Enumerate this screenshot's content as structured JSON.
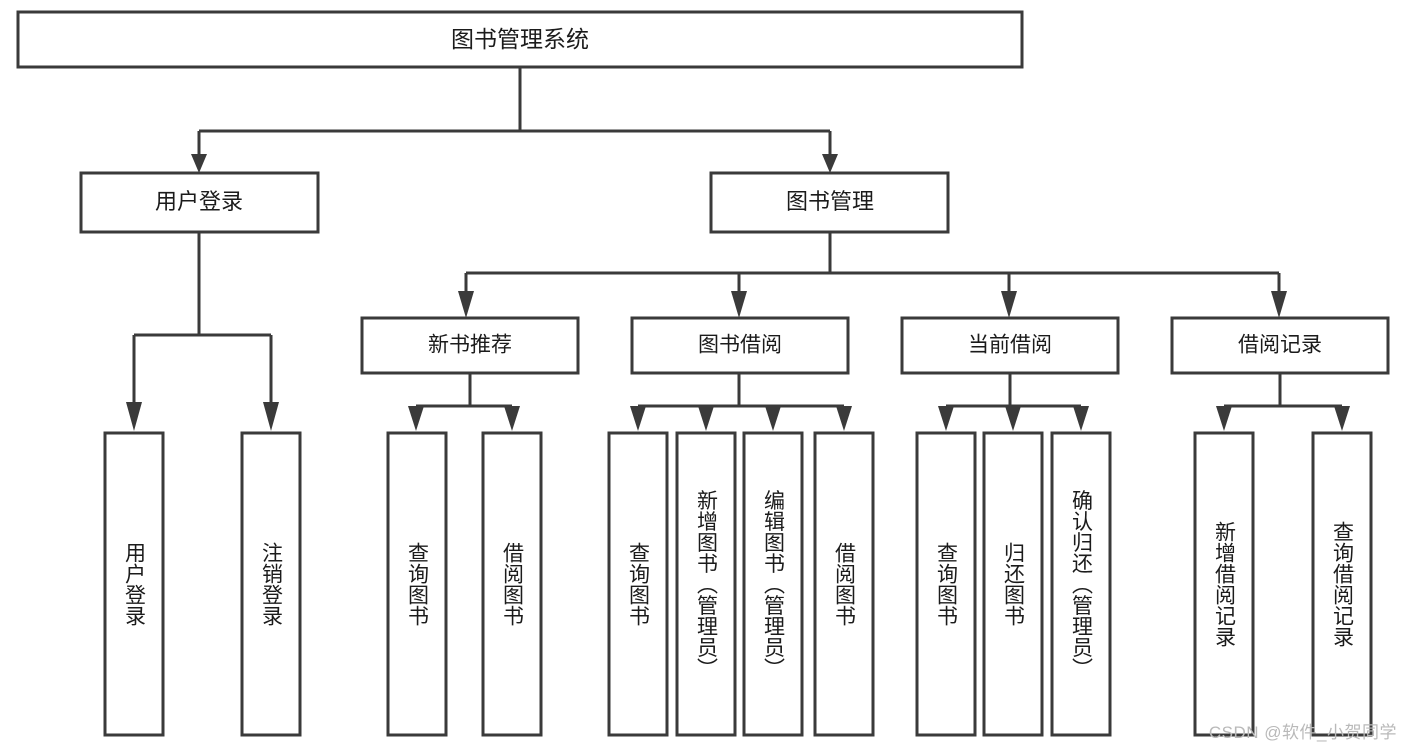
{
  "diagram": {
    "type": "tree-hierarchy",
    "title": "图书管理系统",
    "orientation": "top-down",
    "colors": {
      "box_stroke": "#3a3a3a",
      "box_fill": "#ffffff",
      "connector": "#3a3a3a",
      "text": "#1b1b1b",
      "watermark": "#b9b9b9",
      "background": "#ffffff"
    },
    "root": {
      "label": "图书管理系统"
    },
    "level1": [
      {
        "label": "用户登录"
      },
      {
        "label": "图书管理"
      }
    ],
    "level2": [
      {
        "label": "新书推荐"
      },
      {
        "label": "图书借阅"
      },
      {
        "label": "当前借阅"
      },
      {
        "label": "借阅记录"
      }
    ],
    "leaves": {
      "user_login": [
        {
          "label": "用户登录"
        },
        {
          "label": "注销登录"
        }
      ],
      "new_book_recommend": [
        {
          "label": "查询图书"
        },
        {
          "label": "借阅图书"
        }
      ],
      "book_borrow": [
        {
          "label": "查询图书"
        },
        {
          "label": "新增图书（管理员）"
        },
        {
          "label": "编辑图书（管理员）"
        },
        {
          "label": "借阅图书"
        }
      ],
      "current_borrow": [
        {
          "label": "查询图书"
        },
        {
          "label": "归还图书"
        },
        {
          "label": "确认归还（管理员）"
        }
      ],
      "borrow_record": [
        {
          "label": "新增借阅记录"
        },
        {
          "label": "查询借阅记录"
        }
      ]
    }
  },
  "watermark": {
    "text": "CSDN @软件_小贺同学"
  }
}
